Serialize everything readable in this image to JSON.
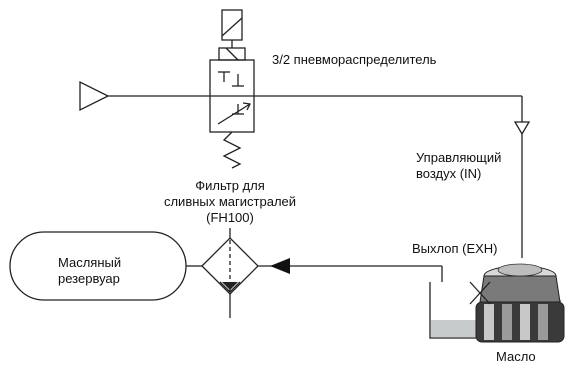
{
  "labels": {
    "valve": "3/2 пневмораспределитель",
    "control_air_line1": "Управляющий",
    "control_air_line2": "воздух (IN)",
    "filter_line1": "Фильтр для",
    "filter_line2": "сливных магистралей",
    "filter_line3": "(FH100)",
    "reservoir_line1": "Масляный",
    "reservoir_line2": "резервуар",
    "exhaust": "Выхлоп (EXH)",
    "oil": "Масло"
  },
  "colors": {
    "line": "#222222",
    "oil_fill": "#9aa0a0",
    "body_dark": "#3a3a3a",
    "body_mid": "#7a7a7a",
    "body_light": "#c8c8c8",
    "cap": "#d9d9d9"
  }
}
